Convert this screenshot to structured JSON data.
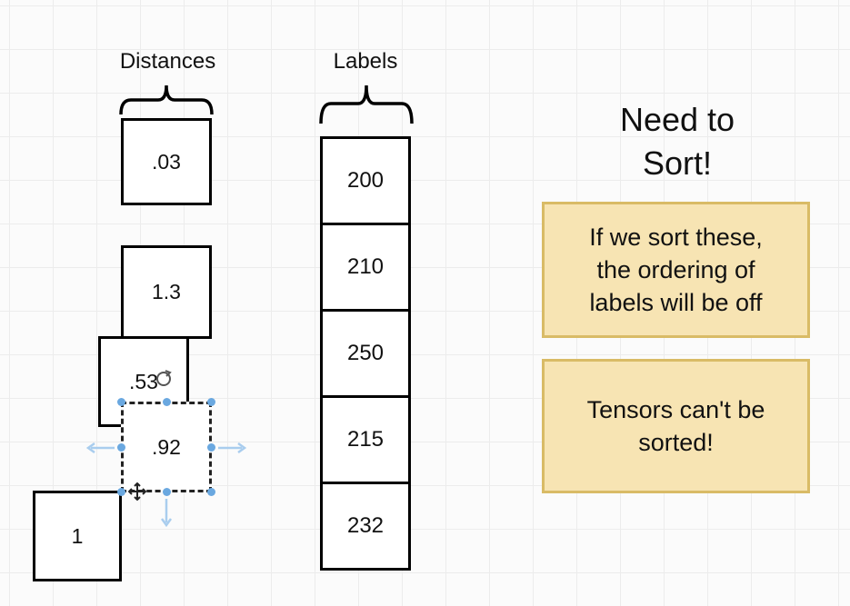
{
  "headers": {
    "distances": "Distances",
    "labels": "Labels"
  },
  "distances": [
    ".03",
    "1.3",
    ".53",
    ".92",
    "1"
  ],
  "labels": [
    "200",
    "210",
    "250",
    "215",
    "232"
  ],
  "need_sort": {
    "line1": "Need to",
    "line2": "Sort!"
  },
  "notes": {
    "ordering": {
      "line1": "If we sort these,",
      "line2": "the ordering of",
      "line3": "labels will be off"
    },
    "tensors": {
      "line1": "Tensors can't be",
      "line2": "sorted!"
    }
  },
  "colors": {
    "note_fill": "#f7e4b3",
    "note_border": "#d9bb66",
    "selection_handle": "#6aa8e0"
  }
}
